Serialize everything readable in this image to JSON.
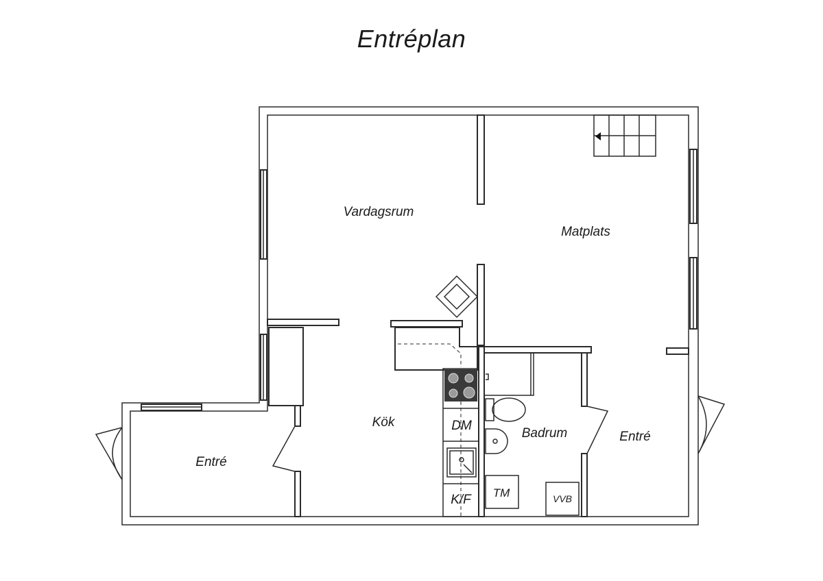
{
  "title": "Entréplan",
  "rooms": {
    "vardagsrum": "Vardagsrum",
    "matplats": "Matplats",
    "kok": "Kök",
    "entre_left": "Entré",
    "entre_right": "Entré",
    "badrum": "Badrum"
  },
  "fixtures": {
    "dm": "DM",
    "kf": "K/F",
    "tm": "TM",
    "vvb": "VVB"
  }
}
